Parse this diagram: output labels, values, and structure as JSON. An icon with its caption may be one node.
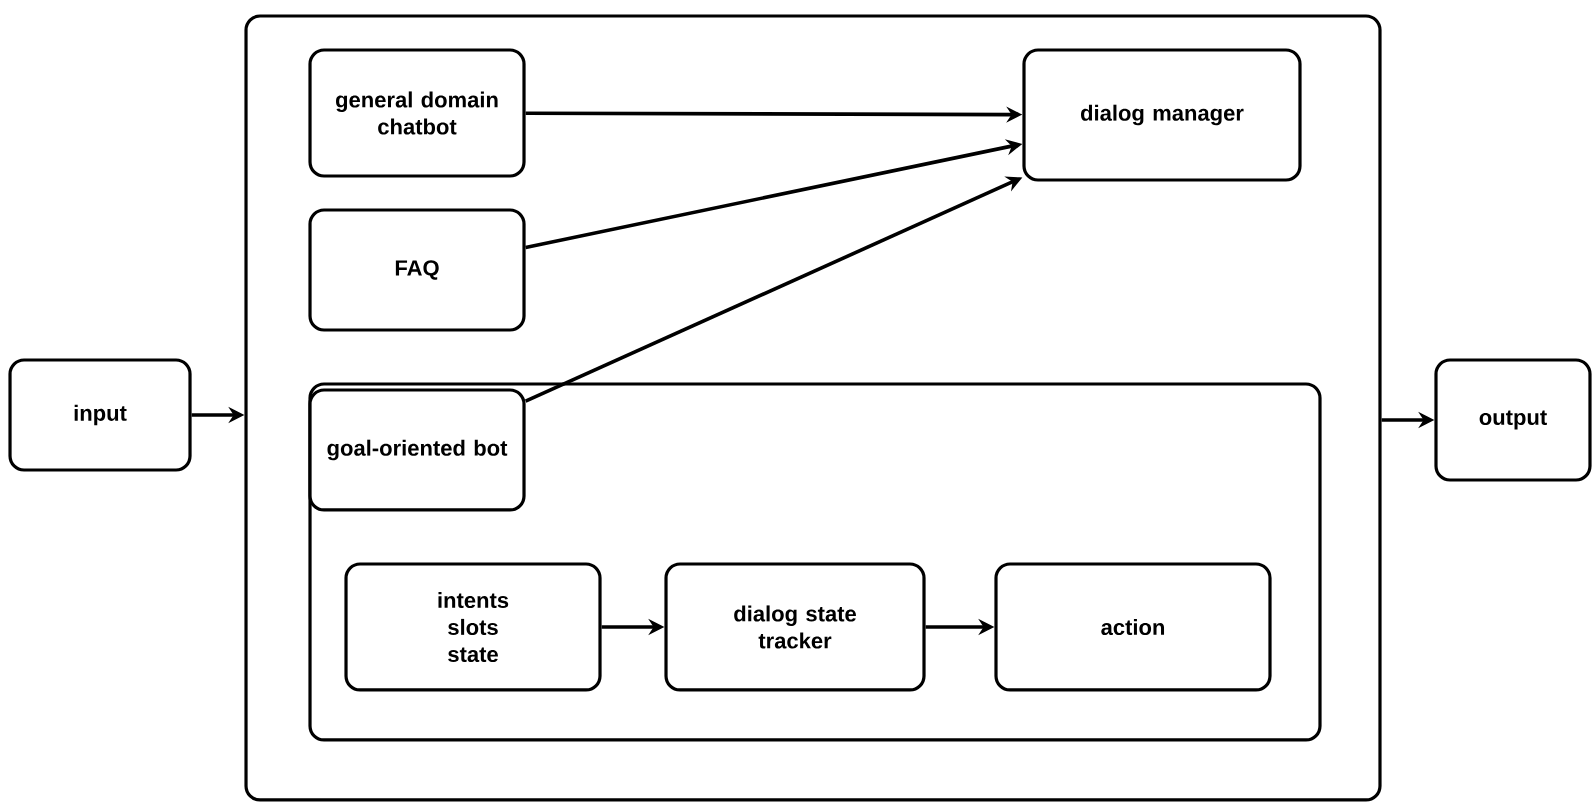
{
  "diagram": {
    "nodes": [
      {
        "text": [
          "input"
        ]
      },
      {
        "text": [],
        "shape": "box"
      },
      {
        "text": [
          "general domain chatbot"
        ],
        "in": 1
      },
      {
        "text": [
          "FAQ"
        ],
        "in": 1
      },
      {
        "text": [
          "dialog manager"
        ],
        "in": 1
      },
      {
        "text": [],
        "shape": "box",
        "in": 1
      },
      {
        "text": [
          "goal-oriented bot"
        ],
        "in": 5
      },
      {
        "text": [
          "intents slots state"
        ],
        "in": 5
      },
      {
        "text": [
          "dialog state tracker"
        ],
        "in": 5
      },
      {
        "text": [
          "action"
        ],
        "in": 5
      },
      {
        "text": [
          "output"
        ]
      }
    ],
    "edges": [
      {
        "from": 0,
        "to": 1,
        "arrow": "to"
      },
      {
        "from": 2,
        "to": 4,
        "arrow": "to"
      },
      {
        "from": 3,
        "to": 4,
        "arrow": "to"
      },
      {
        "from": 6,
        "to": 4,
        "arrow": "to"
      },
      {
        "from": 7,
        "to": 8,
        "arrow": "to"
      },
      {
        "from": 8,
        "to": 9,
        "arrow": "to"
      },
      {
        "from": 1,
        "to": 10,
        "arrow": "to"
      }
    ]
  }
}
